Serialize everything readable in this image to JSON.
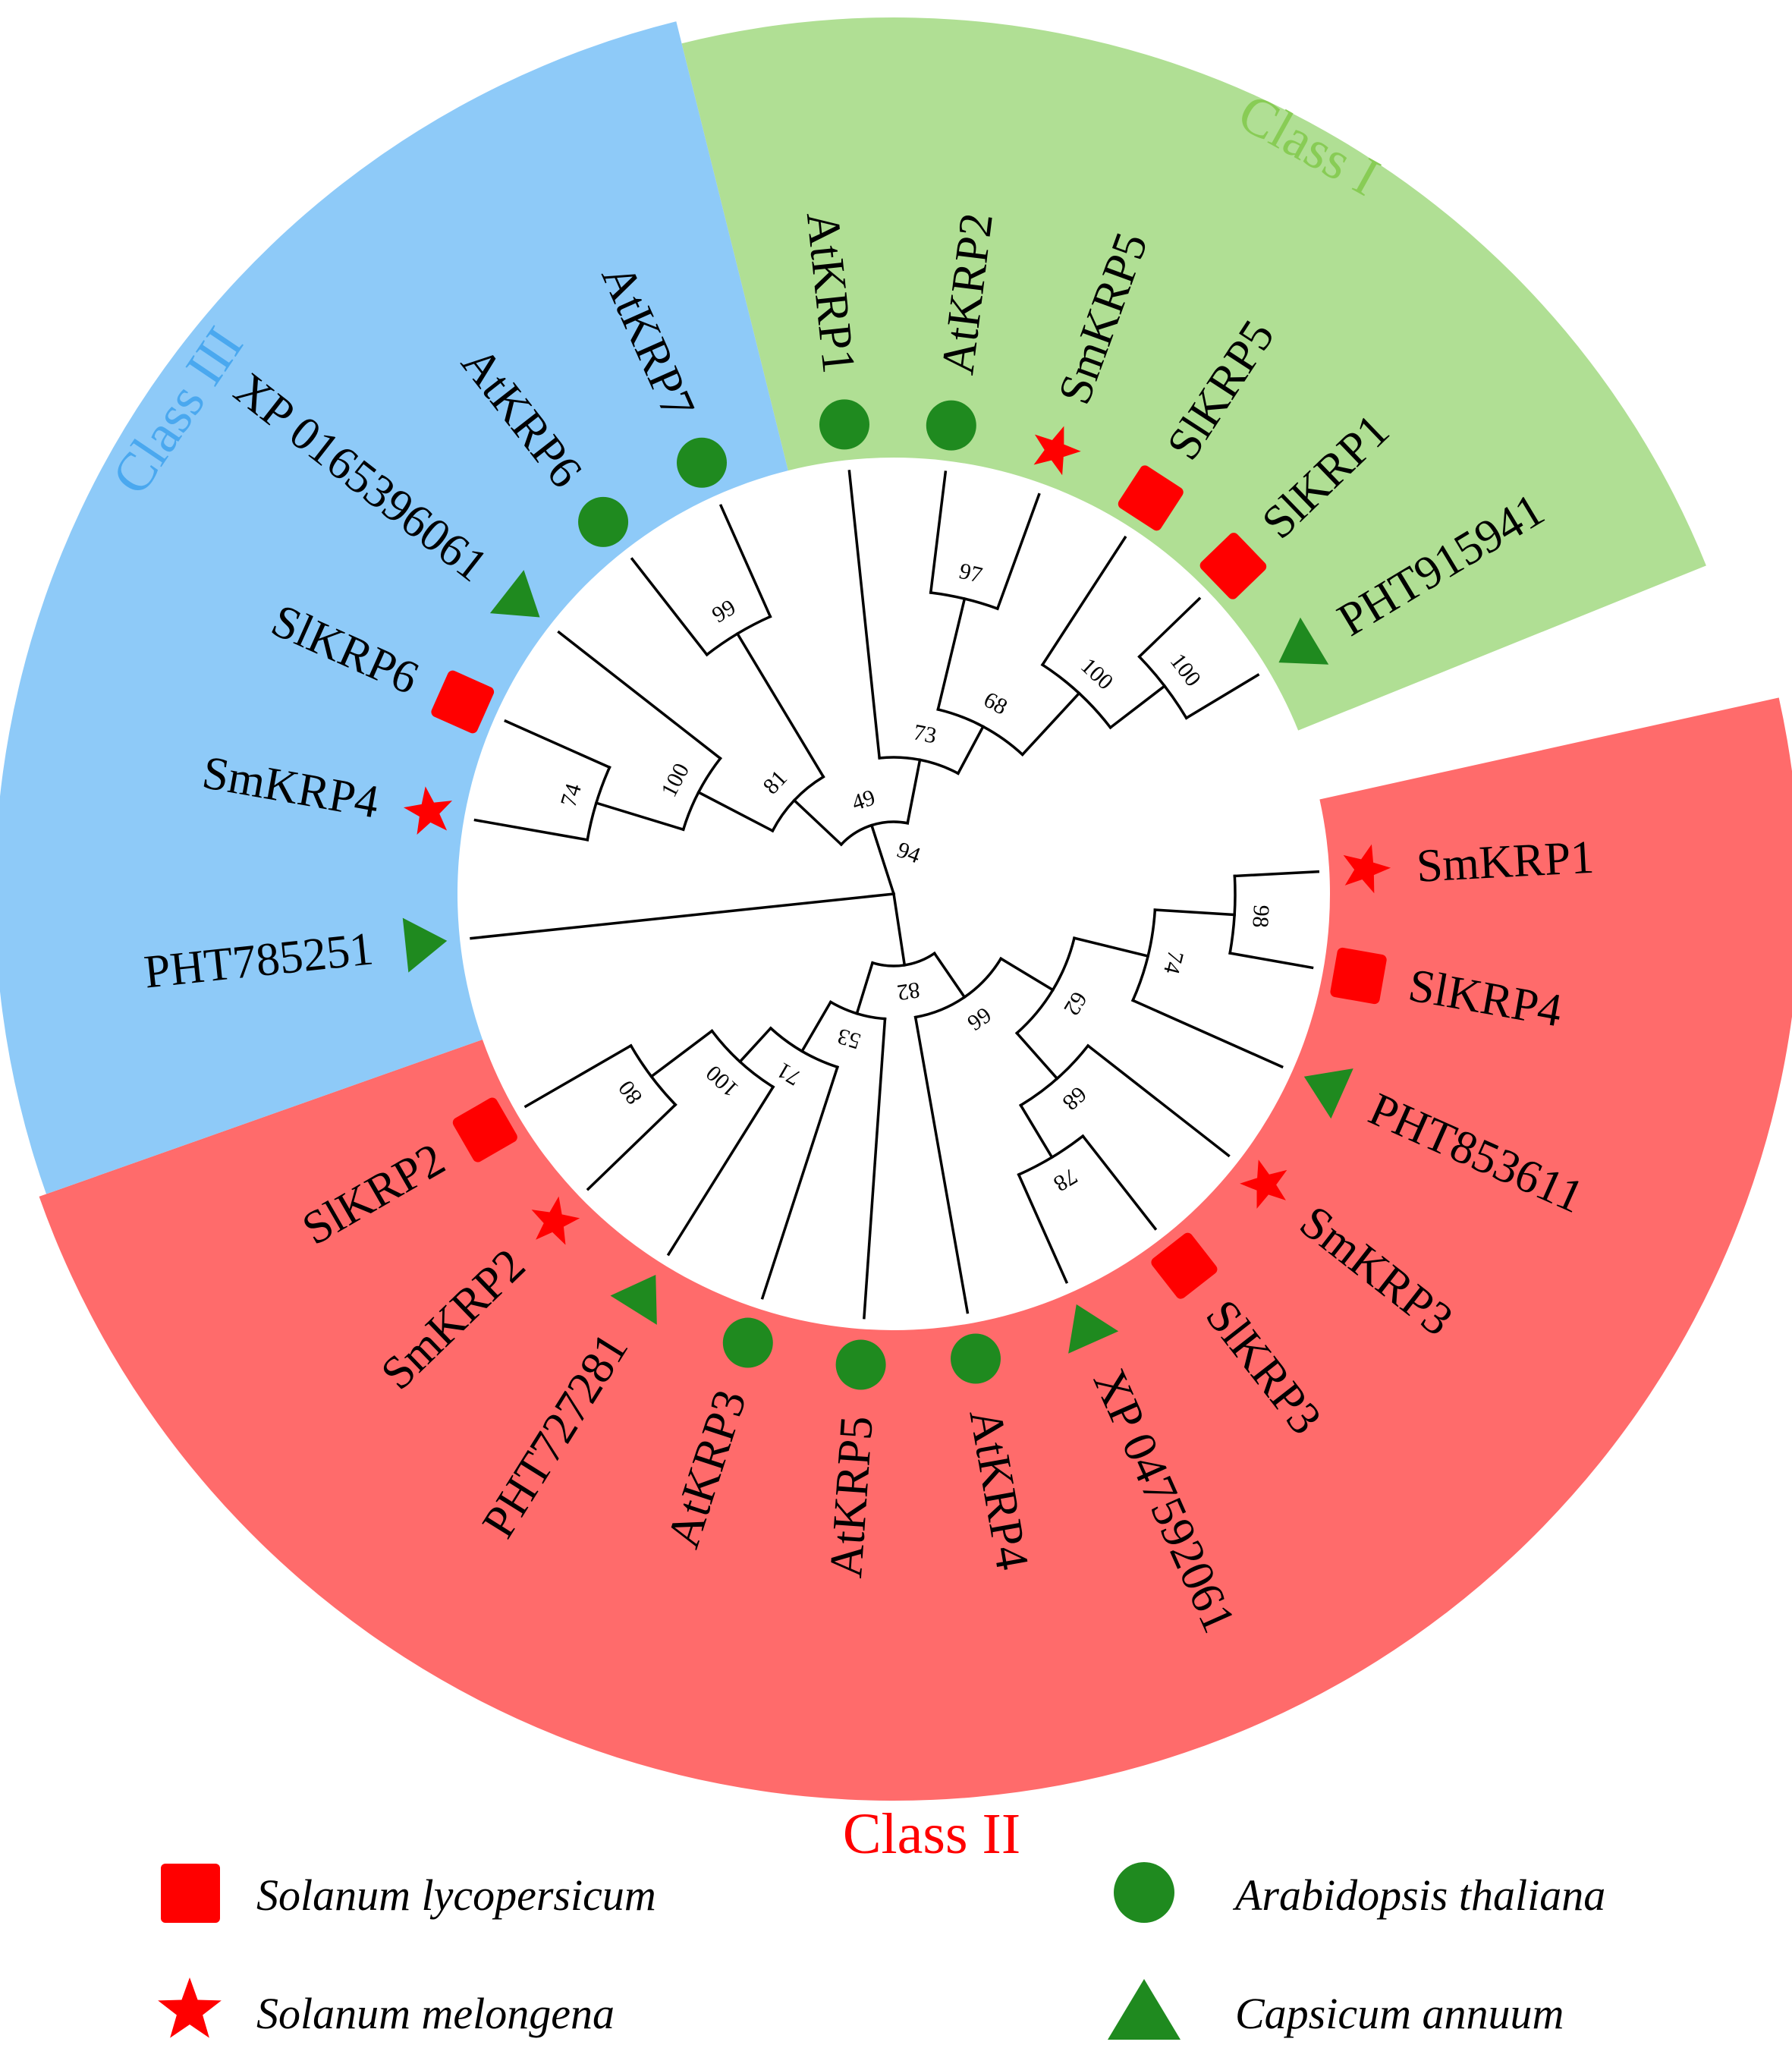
{
  "colors": {
    "class_I": "#b0df94",
    "class_II": "#ff6b6b",
    "class_III": "#8ecaf8",
    "class_I_text": "#88cc55",
    "class_II_text": "#ff0000",
    "class_III_text": "#4aa8ef",
    "sl_marker": "#ff0000",
    "sm_marker": "#ff0000",
    "at_marker": "#1f8a1f",
    "ca_marker": "#1f8a1f"
  },
  "classes": {
    "class_I": "Class I",
    "class_II": "Class II",
    "class_III": "Class III"
  },
  "leaves": [
    {
      "id": "smkrp1",
      "label": "SmKRP1",
      "species": "sm",
      "angle": -3
    },
    {
      "id": "slkrp4",
      "label": "SlKRP4",
      "species": "sl",
      "angle": 10
    },
    {
      "id": "pht853611",
      "label": "PHT853611",
      "species": "ca",
      "angle": 24
    },
    {
      "id": "smkrp3",
      "label": "SmKRP3",
      "species": "sm",
      "angle": 38
    },
    {
      "id": "slkrp3",
      "label": "SlKRP3",
      "species": "sl",
      "angle": 52
    },
    {
      "id": "xp047592061",
      "label": "XP 047592061",
      "species": "ca",
      "angle": 66
    },
    {
      "id": "atkrp4",
      "label": "AtKRP4",
      "species": "at",
      "angle": 80
    },
    {
      "id": "atkrp5",
      "label": "AtKRP5",
      "species": "at",
      "angle": 94
    },
    {
      "id": "atkrp3",
      "label": "AtKRP3",
      "species": "at",
      "angle": 108
    },
    {
      "id": "pht727281",
      "label": "PHT727281",
      "species": "ca",
      "angle": 122
    },
    {
      "id": "smkrp2",
      "label": "SmKRP2",
      "species": "sm",
      "angle": 136
    },
    {
      "id": "slkrp2",
      "label": "SlKRP2",
      "species": "sl",
      "angle": 150
    },
    {
      "id": "pht785251",
      "label": "PHT785251",
      "species": "ca",
      "angle": 174
    },
    {
      "id": "smkrp4",
      "label": "SmKRP4",
      "species": "sm",
      "angle": 190
    },
    {
      "id": "slkrp6",
      "label": "SlKRP6",
      "species": "sl",
      "angle": 204
    },
    {
      "id": "xp016539606",
      "label": "XP 0165396061",
      "species": "ca",
      "angle": 218
    },
    {
      "id": "atkrp6",
      "label": "AtKRP6",
      "species": "at",
      "angle": 232
    },
    {
      "id": "atkrp7",
      "label": "AtKRP7",
      "species": "at",
      "angle": 246
    },
    {
      "id": "atkrp1",
      "label": "AtKRP1",
      "species": "at",
      "angle": 264
    },
    {
      "id": "atkrp2",
      "label": "AtKRP2",
      "species": "at",
      "angle": 277
    },
    {
      "id": "smkrp5",
      "label": "SmKRP5",
      "species": "sm",
      "angle": 290
    },
    {
      "id": "slkrp5",
      "label": "SlKRP5",
      "species": "sl",
      "angle": 303
    },
    {
      "id": "slkrp1",
      "label": "SlKRP1",
      "species": "sl",
      "angle": 316
    },
    {
      "id": "pht915941",
      "label": "PHT915941",
      "species": "ca",
      "angle": 329
    }
  ],
  "tree": {
    "id": "root",
    "r": 0,
    "support": "94",
    "children": [
      {
        "leaf": "pht785251"
      },
      {
        "id": "n82",
        "r": 95,
        "support": "82",
        "children": [
          {
            "id": "n53",
            "r": 165,
            "support": "53",
            "children": [
              {
                "leaf": "atkrp5"
              },
              {
                "id": "n71",
                "r": 240,
                "support": "71",
                "children": [
                  {
                    "leaf": "atkrp3"
                  },
                  {
                    "id": "n100a",
                    "r": 300,
                    "support": "100",
                    "children": [
                      {
                        "leaf": "pht727281"
                      },
                      {
                        "id": "n80",
                        "r": 400,
                        "support": "80",
                        "children": [
                          {
                            "leaf": "slkrp2"
                          },
                          {
                            "leaf": "smkrp2"
                          }
                        ]
                      }
                    ]
                  }
                ]
              }
            ]
          },
          {
            "id": "n66",
            "r": 165,
            "support": "66",
            "children": [
              {
                "leaf": "atkrp4"
              },
              {
                "id": "n62",
                "r": 245,
                "support": "62",
                "children": [
                  {
                    "id": "n68a",
                    "r": 325,
                    "support": "68",
                    "children": [
                      {
                        "id": "n78",
                        "r": 405,
                        "support": "78",
                        "children": [
                          {
                            "leaf": "xp047592061"
                          },
                          {
                            "leaf": "slkrp3"
                          }
                        ]
                      },
                      {
                        "leaf": "smkrp3"
                      }
                    ]
                  },
                  {
                    "id": "n74a",
                    "r": 345,
                    "support": "74",
                    "children": [
                      {
                        "leaf": "pht853611"
                      },
                      {
                        "id": "n98",
                        "r": 450,
                        "support": "98",
                        "children": [
                          {
                            "leaf": "smkrp1"
                          },
                          {
                            "leaf": "slkrp4"
                          }
                        ]
                      }
                    ]
                  }
                ]
              }
            ]
          }
        ]
      },
      {
        "id": "n49",
        "r": 95,
        "support": "49",
        "children": [
          {
            "id": "n81",
            "r": 180,
            "support": "81",
            "children": [
              {
                "id": "n100b",
                "r": 290,
                "support": "100",
                "children": [
                  {
                    "id": "n74b",
                    "r": 410,
                    "support": "74",
                    "children": [
                      {
                        "leaf": "smkrp4"
                      },
                      {
                        "leaf": "slkrp6"
                      }
                    ]
                  },
                  {
                    "leaf": "xp016539606"
                  }
                ]
              },
              {
                "id": "n99",
                "r": 400,
                "support": "99",
                "children": [
                  {
                    "leaf": "atkrp6"
                  },
                  {
                    "leaf": "atkrp7"
                  }
                ]
              }
            ]
          },
          {
            "id": "n73",
            "r": 180,
            "support": "73",
            "children": [
              {
                "leaf": "atkrp1"
              },
              {
                "id": "n68b",
                "r": 250,
                "support": "68",
                "children": [
                  {
                    "id": "n97",
                    "r": 400,
                    "support": "97",
                    "children": [
                      {
                        "leaf": "atkrp2"
                      },
                      {
                        "leaf": "smkrp5"
                      }
                    ]
                  },
                  {
                    "id": "n100c",
                    "r": 360,
                    "support": "100",
                    "children": [
                      {
                        "leaf": "slkrp5"
                      },
                      {
                        "id": "n100d",
                        "r": 450,
                        "support": "100",
                        "children": [
                          {
                            "leaf": "slkrp1"
                          },
                          {
                            "leaf": "pht915941"
                          }
                        ]
                      }
                    ]
                  }
                ]
              }
            ]
          }
        ]
      }
    ]
  },
  "legend": [
    {
      "species": "sl",
      "label": "Solanum lycopersicum"
    },
    {
      "species": "at",
      "label": "Arabidopsis thaliana"
    },
    {
      "species": "sm",
      "label": "Solanum melongena"
    },
    {
      "species": "ca",
      "label": "Capsicum annuum"
    }
  ]
}
